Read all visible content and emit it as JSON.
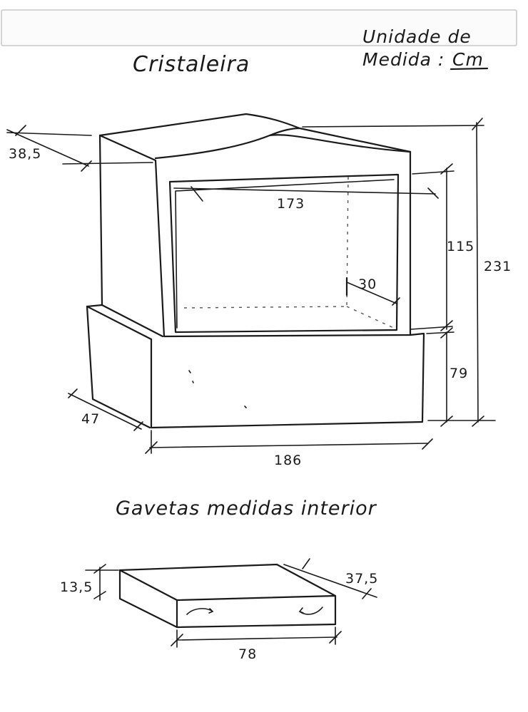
{
  "header": {
    "title": "Cristaleira",
    "unit_line1": "Unidade de",
    "unit_line2_prefix": "Medida :",
    "unit_value": "Cm"
  },
  "cabinet": {
    "dimensions": {
      "depth_top": "38,5",
      "inner_width": "173",
      "inner_depth": "30",
      "upper_height": "115",
      "total_height": "231",
      "base_height": "79",
      "base_depth": "47",
      "total_width": "186"
    }
  },
  "drawers": {
    "title": "Gavetas medidas interior",
    "dimensions": {
      "height": "13,5",
      "depth": "37,5",
      "width": "78"
    }
  }
}
